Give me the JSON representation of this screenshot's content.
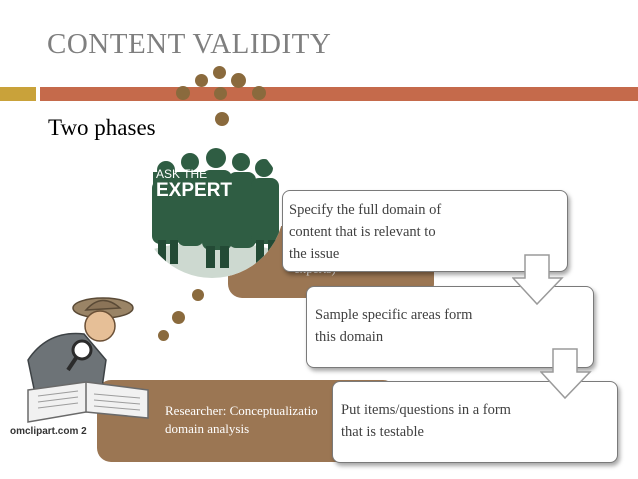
{
  "slide": {
    "title": "CONTENT VALIDITY",
    "subtitle": "Two phases"
  },
  "expert_image": {
    "sign_line1": "ASK THE",
    "sign_line2": "EXPERT"
  },
  "researcher_image": {
    "watermark": "omclipart.com 2"
  },
  "boxes": {
    "expert_label": "experts)",
    "researcher_label_line1": "Researcher: Conceptualizatio",
    "researcher_label_line2": "domain analysis"
  },
  "steps": [
    {
      "lines": [
        "Specify the full domain of",
        "content that is relevant to",
        "the issue"
      ]
    },
    {
      "lines": [
        "Sample specific areas form",
        "this domain"
      ]
    },
    {
      "lines": [
        "Put items/questions in a form",
        "that is testable"
      ]
    }
  ],
  "colors": {
    "title": "#7f7f7f",
    "accent_gold": "#c9a23a",
    "accent_rust": "#c56a4b",
    "box_tan": "#9b7653",
    "dots": "#8a6a3d",
    "expert_green": "#2f5d43"
  }
}
